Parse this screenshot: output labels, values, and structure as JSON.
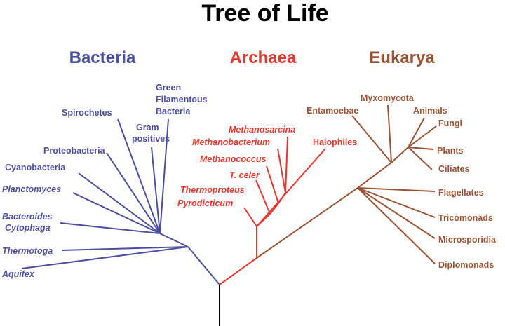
{
  "title": "Tree of Life",
  "colors": {
    "bacteria": "#4b4f9e",
    "archaea": "#e2382d",
    "eukarya": "#9b5232",
    "root": "#000000"
  },
  "domains": {
    "bacteria": "Bacteria",
    "archaea": "Archaea",
    "eukarya": "Eukarya"
  },
  "labels": {
    "green_filamentous": [
      "Green",
      "Filamentous",
      "Bacteria"
    ],
    "spirochetes": "Spirochetes",
    "gram_positives": [
      "Gram",
      "positives"
    ],
    "proteobacteria": "Proteobacteria",
    "cyanobacteria": "Cyanobacteria",
    "planctomyces": "Planctomyces",
    "bacteroides": [
      "Bacteroides",
      "Cytophaga"
    ],
    "thermotoga": "Thermotoga",
    "aquifex": "Aquifex",
    "methanosarcina": "Methanosarcina",
    "methanobacterium": "Methanobacterium",
    "halophiles": "Halophiles",
    "methanococcus": "Methanococcus",
    "t_celer": "T. celer",
    "thermoproteus": "Thermoproteus",
    "pyrodicticum": "Pyrodicticum",
    "myxomycota": "Myxomycota",
    "entamoebae": "Entamoebae",
    "animals": "Animals",
    "fungi": "Fungi",
    "plants": "Plants",
    "ciliates": "Ciliates",
    "flagellates": "Flagellates",
    "tricomonads": "Tricomonads",
    "microsporidia": "Microsporidia",
    "diplomonads": "Diplomonads"
  }
}
